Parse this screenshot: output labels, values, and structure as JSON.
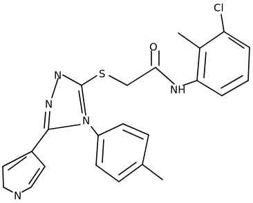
{
  "molecule": {
    "atoms": {
      "cl": "Cl",
      "o": "O",
      "s": "S",
      "nh": "NH",
      "n1": "N",
      "n2": "N",
      "n4": "N",
      "n_pyridine": "N"
    }
  }
}
